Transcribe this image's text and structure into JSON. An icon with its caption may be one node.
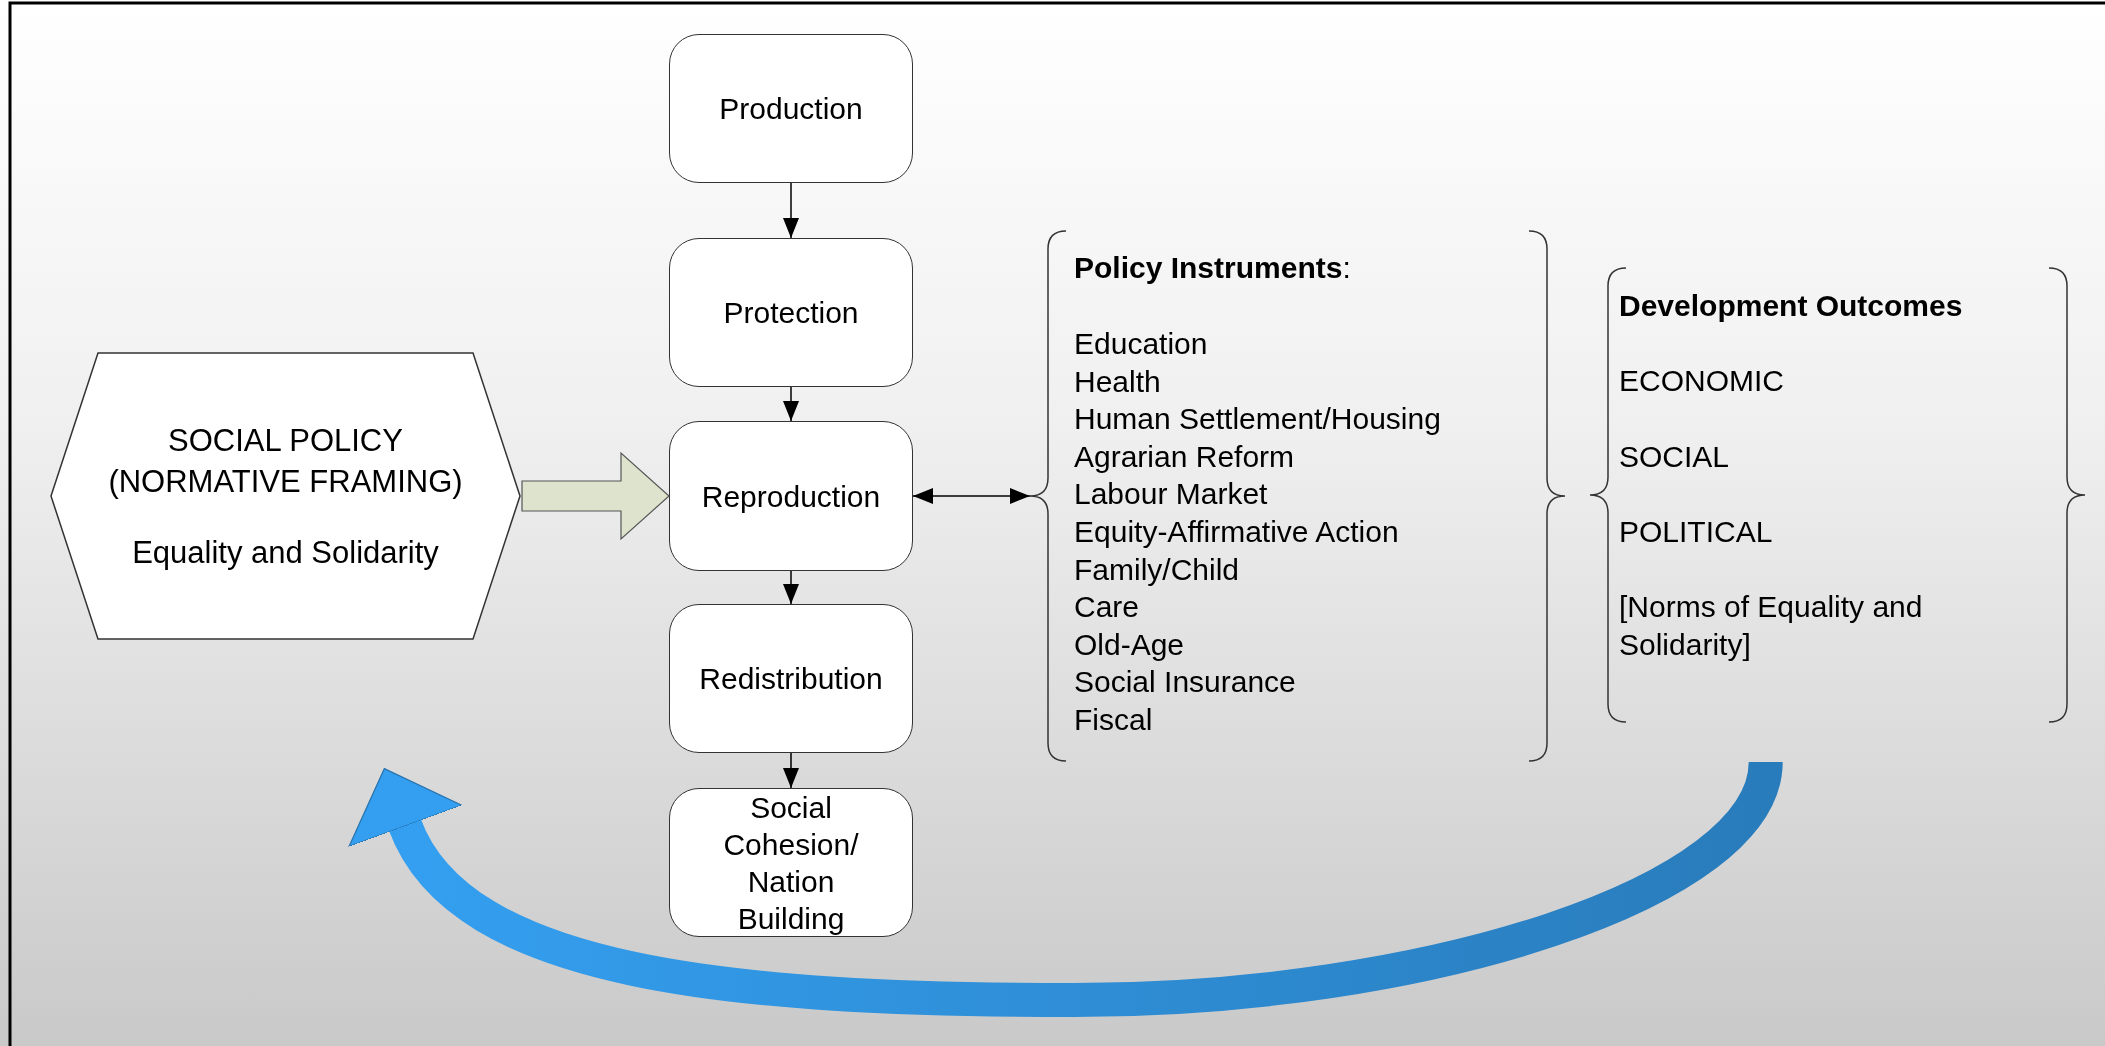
{
  "diagram": {
    "nodes": [
      {
        "text": [
          "Production"
        ]
      },
      {
        "text": [
          "Protection"
        ]
      },
      {
        "text": [
          "SOCIAL POLICY (NORMATIVE FRAMING)",
          "Equality and Solidarity"
        ]
      },
      {
        "text": [
          "Reproduction"
        ]
      },
      {
        "text": [
          "Redistribution"
        ]
      },
      {
        "text": [
          "Social Cohesion/ Nation Building"
        ]
      },
      {
        "text": [
          "**Policy Instruments**:",
          "Education",
          "Health",
          "Human Settlement/Housing",
          "Agrarian Reform",
          "Labour Market",
          "Equity-Affirmative Action",
          "Family/Child",
          "Care",
          "Old-Age",
          "Social Insurance",
          "Fiscal"
        ]
      },
      {
        "text": [
          "Development Outcomes",
          "ECONOMIC",
          "SOCIAL",
          "POLITICAL",
          "[Norms of Equality and Solidarity]"
        ]
      }
    ],
    "edges": [
      {
        "from": 0,
        "to": 1,
        "arrow": "to"
      },
      {
        "from": 1,
        "to": 3,
        "arrow": "to"
      },
      {
        "from": 3,
        "to": 4,
        "arrow": "to"
      },
      {
        "from": 4,
        "to": 5,
        "arrow": "to"
      },
      {
        "from": 2,
        "to": 3,
        "arrow": "to",
        "style": "thick",
        "color": "#dde3cc"
      },
      {
        "from": 3,
        "to": 6,
        "arrow": "both"
      },
      {
        "from": 7,
        "to": 2,
        "arrow": "to",
        "style": "thick",
        "color": "#2f8fd8"
      }
    ]
  }
}
